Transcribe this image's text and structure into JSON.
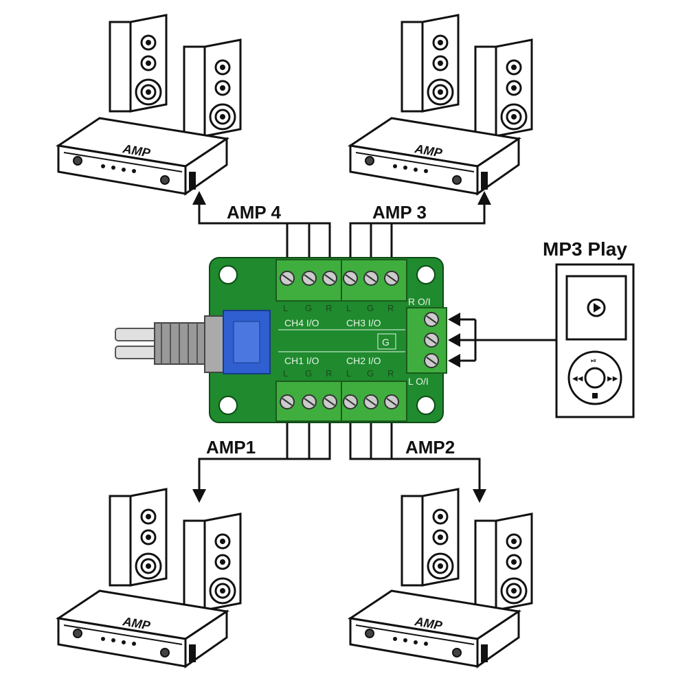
{
  "amps": [
    {
      "label": "AMP 4",
      "device": "AMP"
    },
    {
      "label": "AMP 3",
      "device": "AMP"
    },
    {
      "label": "AMP1",
      "device": "AMP"
    },
    {
      "label": "AMP2",
      "device": "AMP"
    }
  ],
  "player": {
    "label": "MP3 Play"
  },
  "board": {
    "ch4": "CH4 I/O",
    "ch3": "CH3 I/O",
    "ch1": "CH1 I/O",
    "ch2": "CH2 I/O",
    "pin_l": "L",
    "pin_g": "G",
    "pin_r": "R",
    "input_r": "R O/I",
    "input_l": "L O/I",
    "input_g": "G"
  },
  "colors": {
    "pcb": "#1f8a2e",
    "terminal": "#3fae3f",
    "knob": "#2f5fd0",
    "line": "#111111"
  }
}
